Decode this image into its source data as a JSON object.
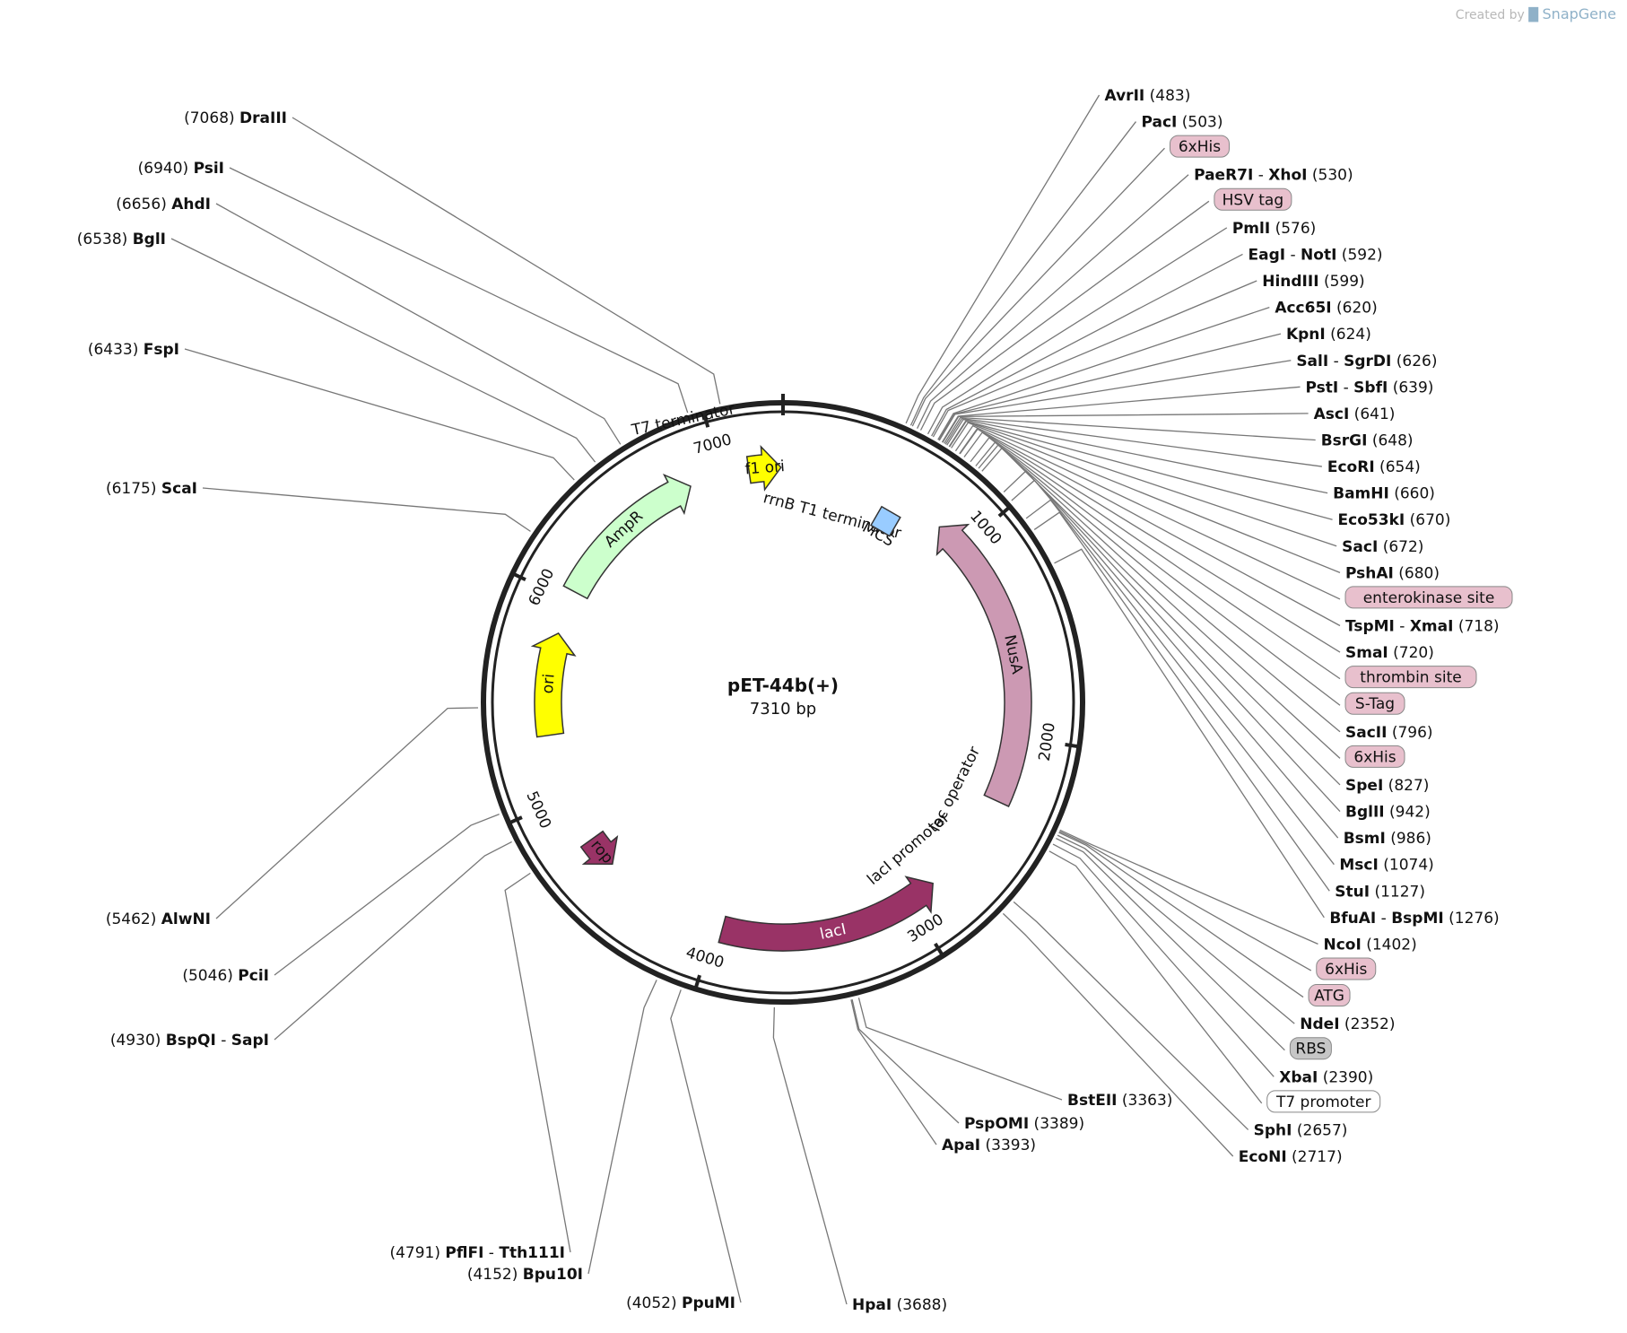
{
  "credit": {
    "prefix": "Created by",
    "brand": "SnapGene"
  },
  "plasmid": {
    "name": "pET-44b(+)",
    "size_label": "7310 bp",
    "length": 7310
  },
  "ticks": [
    {
      "bp": 1000,
      "label": "1000"
    },
    {
      "bp": 2000,
      "label": "2000"
    },
    {
      "bp": 3000,
      "label": "3000"
    },
    {
      "bp": 4000,
      "label": "4000"
    },
    {
      "bp": 5000,
      "label": "5000"
    },
    {
      "bp": 6000,
      "label": "6000"
    },
    {
      "bp": 7000,
      "label": "7000"
    }
  ],
  "features": [
    {
      "name": "NusA",
      "start": 2330,
      "end": 847,
      "color": "#cc99b3"
    },
    {
      "name": "lacI",
      "start": 3960,
      "end": 2850,
      "color": "#993366",
      "text_color": "#ffffff"
    },
    {
      "name": "rop",
      "start": 4760,
      "end": 4600,
      "color": "#993366"
    },
    {
      "name": "ori",
      "start": 5320,
      "end": 5830,
      "color": "#ffff00"
    },
    {
      "name": "AmpR",
      "start": 6050,
      "end": 6840,
      "color": "#ccffcc"
    },
    {
      "name": "f1 ori",
      "start": 7140,
      "end": 7300,
      "color": "#ffff00"
    }
  ],
  "small_features": [
    {
      "name": "T7 terminator",
      "bp": 20
    },
    {
      "name": "rrnB T1 terminator",
      "bp": 300
    },
    {
      "name": "MCS",
      "bp": 600
    },
    {
      "name": "lac operator",
      "bp": 2370
    },
    {
      "name": "lacI promoter",
      "bp": 2830
    }
  ],
  "sites": [
    {
      "name": "AvrII",
      "pos": "(483)",
      "bp": 483,
      "color": "#000000",
      "label_pos_after": true
    },
    {
      "name": "PacI",
      "pos": "(503)",
      "bp": 503,
      "label_pos_after": true
    },
    {
      "name": "6xHis",
      "bp": 510,
      "tag": true,
      "tag_color": "#e8c0cd"
    },
    {
      "name": "PaeR7I",
      "name2": "XhoI",
      "pos": "(530)",
      "bp": 530,
      "label_pos_after": true
    },
    {
      "name": "HSV tag",
      "bp": 545,
      "tag": true,
      "tag_color": "#e8c0cd"
    },
    {
      "name": "PmlI",
      "pos": "(576)",
      "bp": 576,
      "label_pos_after": true
    },
    {
      "name": "EagI",
      "name2": "NotI",
      "pos": "(592)",
      "bp": 592,
      "label_pos_after": true
    },
    {
      "name": "HindIII",
      "pos": "(599)",
      "bp": 599,
      "label_pos_after": true
    },
    {
      "name": "Acc65I",
      "pos": "(620)",
      "bp": 620,
      "label_pos_after": true
    },
    {
      "name": "KpnI",
      "pos": "(624)",
      "bp": 624,
      "label_pos_after": true
    },
    {
      "name": "SalI",
      "name2": "SgrDI",
      "pos": "(626)",
      "bp": 626,
      "label_pos_after": true
    },
    {
      "name": "PstI",
      "name2": "SbfI",
      "pos": "(639)",
      "bp": 639,
      "label_pos_after": true
    },
    {
      "name": "AscI",
      "pos": "(641)",
      "bp": 641,
      "label_pos_after": true
    },
    {
      "name": "BsrGI",
      "pos": "(648)",
      "bp": 648,
      "label_pos_after": true
    },
    {
      "name": "EcoRI",
      "pos": "(654)",
      "bp": 654,
      "label_pos_after": true
    },
    {
      "name": "BamHI",
      "pos": "(660)",
      "bp": 660,
      "label_pos_after": true
    },
    {
      "name": "Eco53kI",
      "pos": "(670)",
      "bp": 670,
      "label_pos_after": true
    },
    {
      "name": "SacI",
      "pos": "(672)",
      "bp": 672,
      "label_pos_after": true
    },
    {
      "name": "PshAI",
      "pos": "(680)",
      "bp": 680,
      "label_pos_after": true
    },
    {
      "name": "enterokinase site",
      "bp": 700,
      "tag": true,
      "tag_color": "#e8c0cd"
    },
    {
      "name": "TspMI",
      "name2": "XmaI",
      "pos": "(718)",
      "bp": 718,
      "label_pos_after": true
    },
    {
      "name": "SmaI",
      "pos": "(720)",
      "bp": 720,
      "label_pos_after": true
    },
    {
      "name": "thrombin site",
      "bp": 740,
      "tag": true,
      "tag_color": "#e8c0cd"
    },
    {
      "name": "S-Tag",
      "bp": 770,
      "tag": true,
      "tag_color": "#e8c0cd"
    },
    {
      "name": "SacII",
      "pos": "(796)",
      "bp": 796,
      "label_pos_after": true
    },
    {
      "name": "6xHis",
      "bp": 810,
      "tag": true,
      "tag_color": "#e8c0cd"
    },
    {
      "name": "SpeI",
      "pos": "(827)",
      "bp": 827,
      "label_pos_after": true
    },
    {
      "name": "BglII",
      "pos": "(942)",
      "bp": 942,
      "label_pos_after": true
    },
    {
      "name": "BsmI",
      "pos": "(986)",
      "bp": 986,
      "label_pos_after": true
    },
    {
      "name": "MscI",
      "pos": "(1074)",
      "bp": 1074,
      "label_pos_after": true
    },
    {
      "name": "StuI",
      "pos": "(1127)",
      "bp": 1127,
      "label_pos_after": true
    },
    {
      "name": "BfuAI",
      "name2": "BspMI",
      "pos": "(1276)",
      "bp": 1276,
      "label_pos_after": true
    },
    {
      "name": "NcoI",
      "pos": "(1402)",
      "bp": 2330,
      "label_pos_after": true
    },
    {
      "name": "6xHis",
      "bp": 2335,
      "tag": true,
      "tag_color": "#e8c0cd"
    },
    {
      "name": "ATG",
      "bp": 2340,
      "tag": true,
      "tag_color": "#e8c0cd"
    },
    {
      "name": "NdeI",
      "pos": "(2352)",
      "bp": 2352,
      "label_pos_after": true
    },
    {
      "name": "RBS",
      "bp": 2365,
      "tag": true,
      "tag_color": "#c6c6c6"
    },
    {
      "name": "XbaI",
      "pos": "(2390)",
      "bp": 2390,
      "label_pos_after": true
    },
    {
      "name": "T7 promoter",
      "bp": 2420,
      "tag": true,
      "tag_color": "#ffffff"
    },
    {
      "name": "SphI",
      "pos": "(2657)",
      "bp": 2657,
      "label_pos_after": true
    },
    {
      "name": "EcoNI",
      "pos": "(2717)",
      "bp": 2717,
      "label_pos_after": true
    },
    {
      "name": "BstEII",
      "pos": "(3363)",
      "bp": 3363,
      "label_pos_after": true
    },
    {
      "name": "PspOMI",
      "pos": "(3389)",
      "bp": 3389,
      "label_pos_after": true
    },
    {
      "name": "ApaI",
      "pos": "(3393)",
      "bp": 3393,
      "label_pos_after": true
    },
    {
      "name": "HpaI",
      "pos": "(3688)",
      "bp": 3688,
      "label_pos_after": true
    },
    {
      "name": "PpuMI",
      "pos": "(4052)",
      "bp": 4052,
      "label_pos_after": true
    },
    {
      "name": "Bpu10I",
      "pos": "(4152)",
      "bp": 4152,
      "label_pos_after": true
    },
    {
      "name": "PflFI",
      "name2": "Tth111I",
      "pos": "(4791)",
      "bp": 4791,
      "label_pos_after": true
    },
    {
      "name": "BspQI",
      "name2": "SapI",
      "pos": "(4930)",
      "bp": 4930,
      "label_pos_after": true
    },
    {
      "name": "PciI",
      "pos": "(5046)",
      "bp": 5046,
      "label_pos_after": true
    },
    {
      "name": "AlwNI",
      "pos": "(5462)",
      "bp": 5462,
      "label_pos_after": true
    },
    {
      "name": "ScaI",
      "pos": "(6175)",
      "bp": 6175,
      "label_pos_after": true
    },
    {
      "name": "FspI",
      "pos": "(6433)",
      "bp": 6433,
      "label_pos_after": true
    },
    {
      "name": "BglI",
      "pos": "(6538)",
      "bp": 6538,
      "label_pos_after": true
    },
    {
      "name": "AhdI",
      "pos": "(6656)",
      "bp": 6656,
      "label_pos_after": true
    },
    {
      "name": "PsiI",
      "pos": "(6940)",
      "bp": 6940,
      "label_pos_after": true
    },
    {
      "name": "DraIII",
      "pos": "(7068)",
      "bp": 7068,
      "label_pos_after": true
    }
  ]
}
